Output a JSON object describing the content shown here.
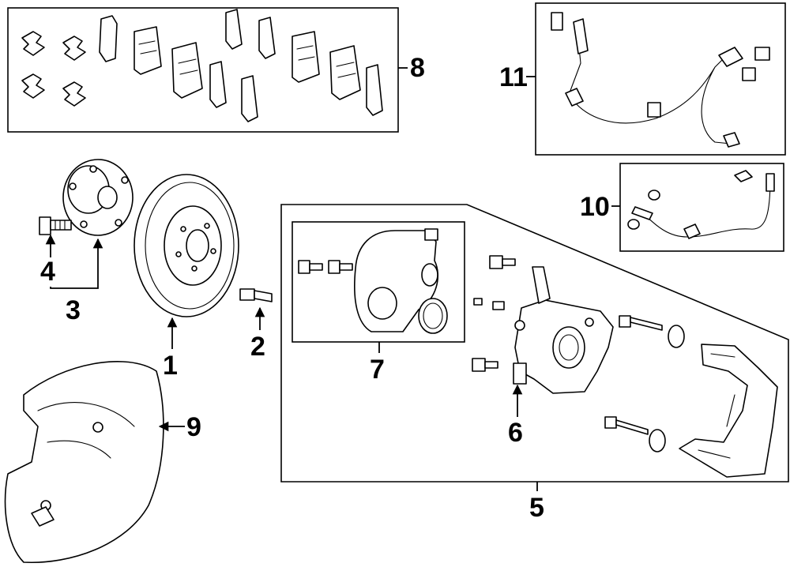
{
  "callouts": [
    "1",
    "2",
    "3",
    "4",
    "5",
    "6",
    "7",
    "8",
    "9",
    "10",
    "11"
  ],
  "stroke_color": "#000000",
  "background_color": "#ffffff"
}
